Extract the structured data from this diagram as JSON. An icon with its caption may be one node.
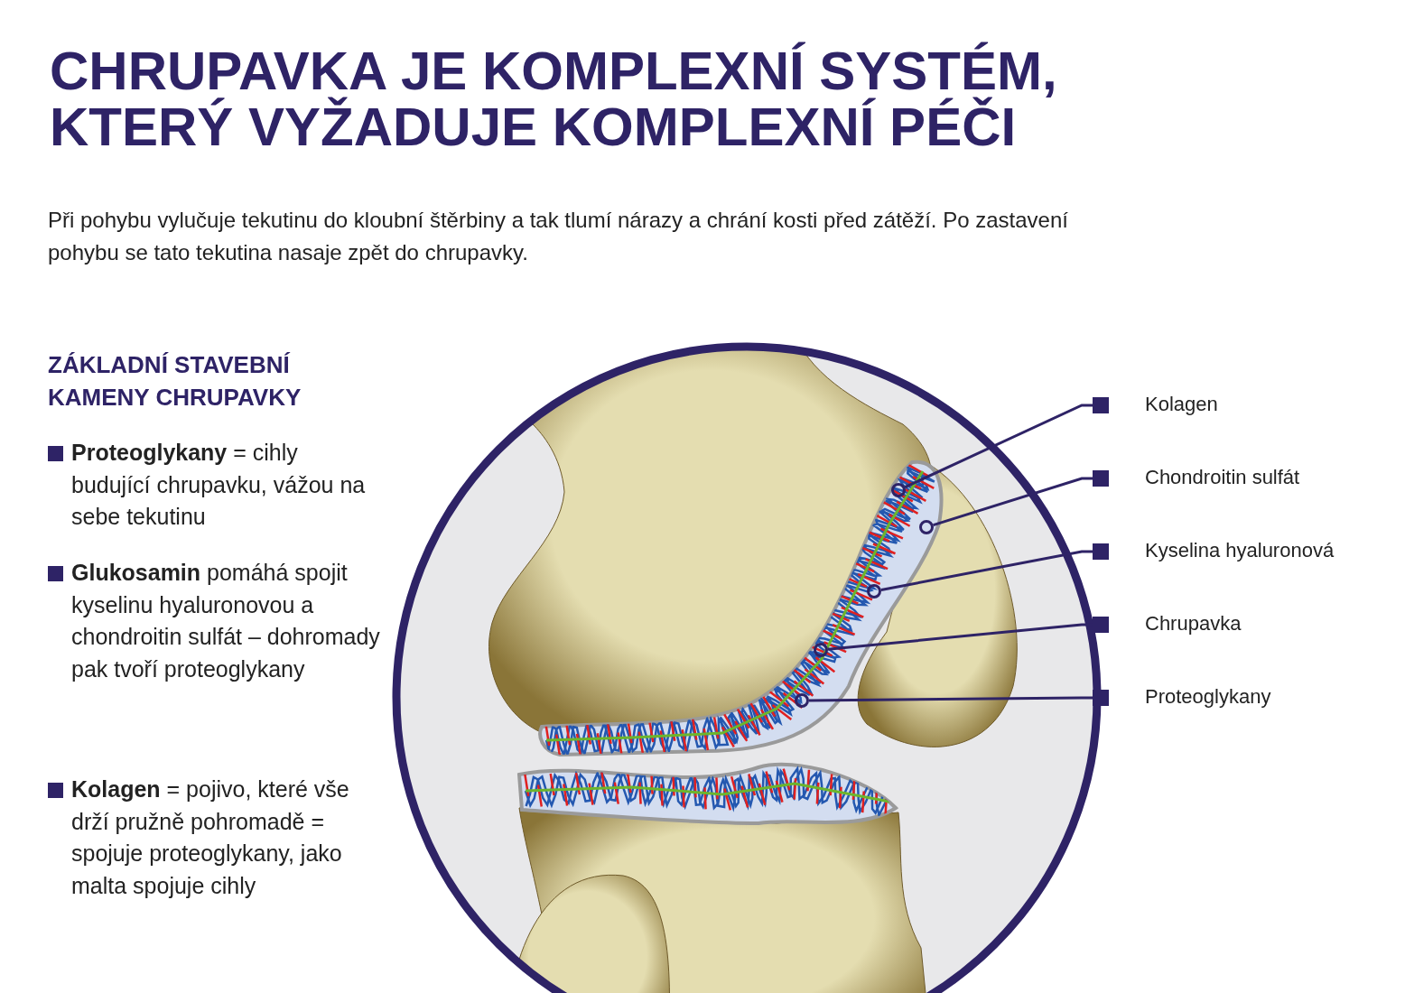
{
  "diagram": {
    "title": "CHRUPAVKA JE KOMPLEXNÍ SYSTÉM, KTERÝ VYŽADUJE KOMPLEXNÍ PÉČI",
    "nodes": [
      {
        "text": [
          "Kolagen"
        ]
      },
      {
        "text": [
          "Chondroitin sulfát"
        ]
      },
      {
        "text": [
          "Kyselina hyaluronová"
        ]
      },
      {
        "text": [
          "Chrupavka"
        ]
      },
      {
        "text": [
          "Proteoglykany"
        ]
      },
      {
        "text": [],
        "shape": "circle"
      },
      {
        "text": [],
        "shape": "circle"
      },
      {
        "text": [],
        "shape": "circle"
      },
      {
        "text": [],
        "shape": "circle"
      },
      {
        "text": [],
        "shape": "circle"
      }
    ],
    "edges": [
      {
        "from": 0,
        "to": 5,
        "arrow": "other"
      },
      {
        "from": 1,
        "to": 6,
        "arrow": "other"
      },
      {
        "from": 2,
        "to": 7,
        "arrow": "other"
      },
      {
        "from": 3,
        "to": 8,
        "arrow": "other"
      },
      {
        "from": 4,
        "to": 9,
        "arrow": "other"
      }
    ],
    "labels": [
      "Při pohybu vylučuje tekutinu do kloubní štěrbiny a tak tlumí nárazy a chrání kosti před zátěží. Po zastavení pohybu se tato tekutina nasaje zpět do chrupavky.",
      "ZÁKLADNÍ STAVEBNÍ KAMENY CHRUPAVKY",
      "**Proteoglykany** = cihly budující chrupavku, vážou na sebe tekutinu",
      "**Glukosamin** pomáhá spojit kyselinu hyaluronovou a chondroitin sulfát – dohromady pak tvoří proteoglykany",
      "**Kolagen** = pojivo, které vše drží pružně pohromadě = spojuje proteoglykany, jako malta spojuje cihly"
    ]
  }
}
